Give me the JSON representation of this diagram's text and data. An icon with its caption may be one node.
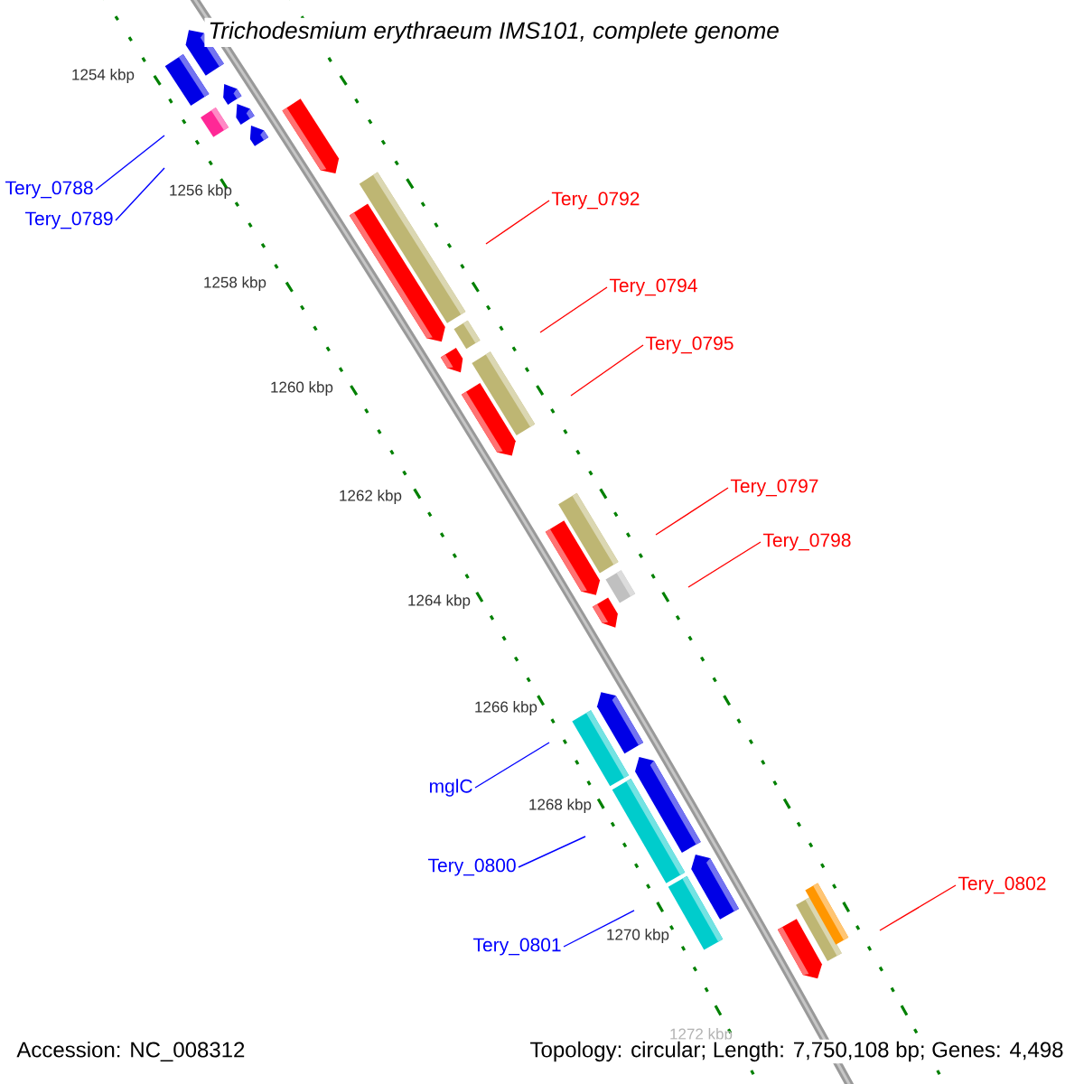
{
  "diagram": {
    "title": "Trichodesmium erythraeum IMS101, complete genome",
    "nodes": [
      {
        "text": [
          "Tery_0788"
        ]
      },
      {
        "text": [
          "Tery_0792"
        ]
      },
      {
        "text": [
          "Tery_0789"
        ]
      },
      {
        "text": [
          "Tery_0794"
        ]
      },
      {
        "text": [
          "Tery_0795"
        ]
      },
      {
        "text": [
          "Tery_0797"
        ]
      },
      {
        "text": [
          "Tery_0798"
        ]
      },
      {
        "text": [
          "mglC"
        ]
      },
      {
        "text": [
          "Tery_0800"
        ]
      },
      {
        "text": [
          "Tery_0802"
        ]
      },
      {
        "text": [
          "Tery_0801"
        ]
      }
    ],
    "edges": [
      {
        "from": 0,
        "to": null,
        "arrow": "none",
        "color": "#0000ff"
      },
      {
        "from": 1,
        "to": null,
        "arrow": "none"
      },
      {
        "from": 2,
        "to": null,
        "arrow": "none",
        "color": "#0000ff"
      },
      {
        "from": 3,
        "to": null,
        "arrow": "none"
      },
      {
        "from": 4,
        "to": null,
        "arrow": "none"
      },
      {
        "from": 5,
        "to": null,
        "arrow": "none"
      },
      {
        "from": 6,
        "to": null,
        "arrow": "none"
      },
      {
        "from": 7,
        "to": null,
        "arrow": "none",
        "color": "#0000ff"
      },
      {
        "from": 8,
        "to": null,
        "arrow": "none",
        "color": "#0000ff"
      },
      {
        "from": 9,
        "to": null,
        "arrow": "none"
      },
      {
        "from": 10,
        "to": null,
        "arrow": "none",
        "color": "#0000ff"
      }
    ],
    "labels": [
      "1254 kbp",
      "1256 kbp",
      "1258 kbp",
      "1260 kbp",
      "1262 kbp",
      "1264 kbp",
      "1266 kbp",
      "1268 kbp",
      "1270 kbp",
      "1272 kbp",
      "Accession: NC_008312",
      "Topology: circular; Length: 7,750,108 bp; Genes: 4,498"
    ]
  }
}
